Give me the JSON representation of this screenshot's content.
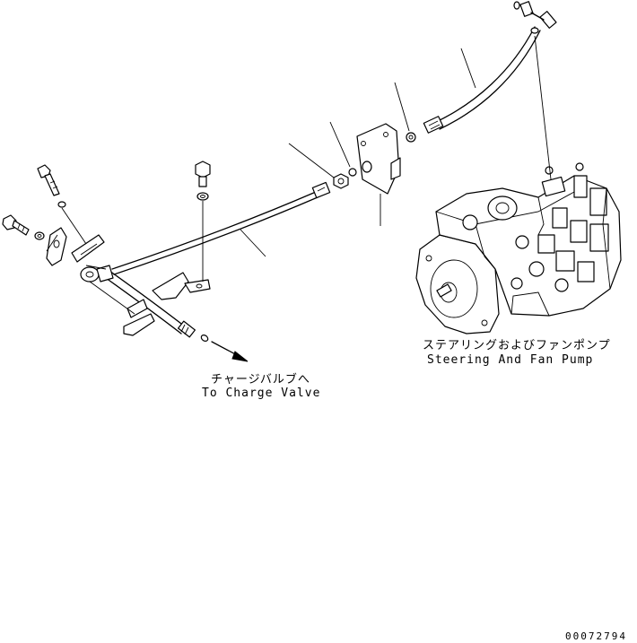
{
  "labels": {
    "charge_valve_jp": "チャージバルブへ",
    "charge_valve_en": "To Charge Valve",
    "pump_jp": "ステアリングおよびファンポンプ",
    "pump_en": "Steering And Fan Pump",
    "drawing_number": "00072794"
  }
}
